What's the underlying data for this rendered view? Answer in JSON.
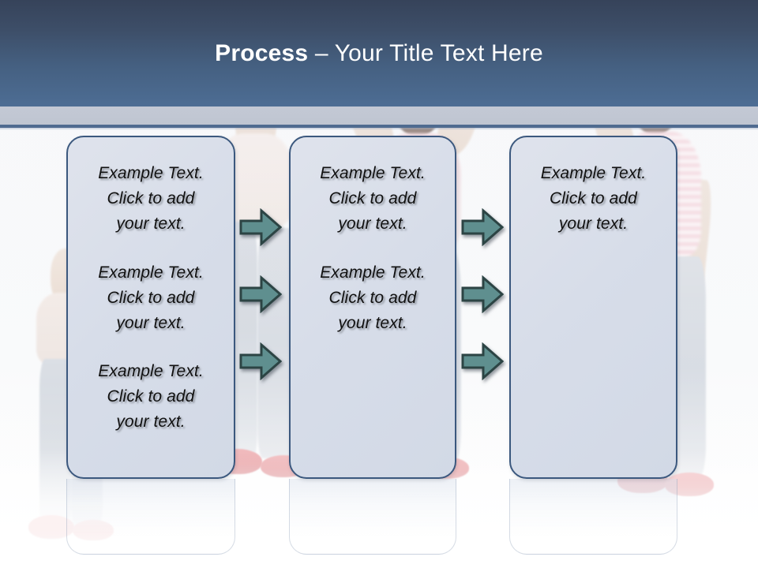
{
  "slide": {
    "title_strong": "Process",
    "title_rest": " – Your Title Text Here",
    "title_full": "Process – Your Title Text Here"
  },
  "theme": {
    "header_gradient_top": "#36435a",
    "header_gradient_bottom": "#4d6d94",
    "header_sub_band": "#c1c7d3",
    "header_rule": "#4f6b90",
    "box_fill": "#d7dde9",
    "box_border": "#3b587e",
    "arrow_fill": "#5f8f8f",
    "arrow_border": "#2c4444",
    "text_color": "#101010",
    "title_color": "#ffffff"
  },
  "columns": [
    {
      "id": "column-1",
      "paragraphs": [
        {
          "lines": [
            "Example Text.",
            "Click  to add",
            "your text."
          ]
        },
        {
          "lines": [
            "Example Text.",
            "Click  to add",
            "your text."
          ]
        },
        {
          "lines": [
            "Example Text.",
            "Click  to add",
            "your text."
          ]
        }
      ]
    },
    {
      "id": "column-2",
      "paragraphs": [
        {
          "lines": [
            "Example Text.",
            "Click  to add",
            "your text."
          ]
        },
        {
          "lines": [
            "Example Text.",
            "Click  to add",
            "your text."
          ]
        }
      ]
    },
    {
      "id": "column-3",
      "paragraphs": [
        {
          "lines": [
            "Example Text.",
            "Click  to add",
            "your text."
          ]
        }
      ]
    }
  ],
  "arrows": {
    "group_a": [
      "arrow-1-1",
      "arrow-1-2",
      "arrow-1-3"
    ],
    "group_b": [
      "arrow-2-1",
      "arrow-2-2",
      "arrow-2-3"
    ],
    "glyph": "right-arrow"
  }
}
